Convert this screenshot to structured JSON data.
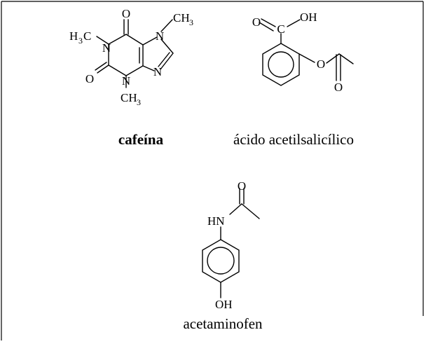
{
  "molecules": {
    "caffeine": {
      "name": "cafeína",
      "atoms": {
        "carbonyl_o_top": "O",
        "n7": "N",
        "n7_methyl_c": "CH",
        "n7_methyl_h": "3",
        "n1_methyl_hc": "H",
        "n1_methyl_sub": "3",
        "n1_methyl_c": "C",
        "n1": "N",
        "n9": "N",
        "carbonyl_o_left": "O",
        "n3": "N",
        "n3_methyl_c": "CH",
        "n3_methyl_h": "3"
      }
    },
    "aspirin": {
      "name": "ácido acetilsalicílico",
      "atoms": {
        "acid_o_double": "O",
        "acid_c": "C",
        "acid_oh": "OH",
        "ester_o": "O",
        "acetyl_o": "O"
      }
    },
    "acetaminophen": {
      "name": "acetaminofen",
      "atoms": {
        "amide_o": "O",
        "amide_nh": "HN",
        "phenol_oh": "OH"
      }
    }
  }
}
